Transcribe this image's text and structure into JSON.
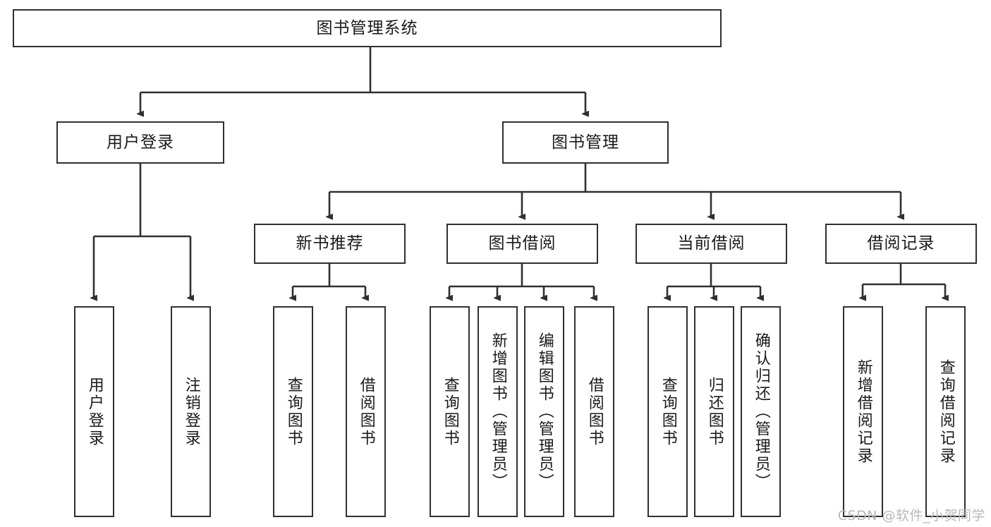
{
  "diagram": {
    "title": "图书管理系统",
    "type": "hierarchy-tree",
    "root": {
      "id": "root",
      "label": "图书管理系统"
    },
    "level2": [
      {
        "id": "user-login",
        "label": "用户登录"
      },
      {
        "id": "book-manage",
        "label": "图书管理"
      }
    ],
    "level3": [
      {
        "id": "new-book-recommend",
        "label": "新书推荐",
        "parent": "book-manage"
      },
      {
        "id": "book-borrow",
        "label": "图书借阅",
        "parent": "book-manage"
      },
      {
        "id": "current-borrow",
        "label": "当前借阅",
        "parent": "book-manage"
      },
      {
        "id": "borrow-record",
        "label": "借阅记录",
        "parent": "book-manage"
      }
    ],
    "leaves": [
      {
        "id": "leaf-user-login",
        "label": "用户登录",
        "parent": "user-login"
      },
      {
        "id": "leaf-logout",
        "label": "注销登录",
        "parent": "user-login"
      },
      {
        "id": "leaf-query-book-1",
        "label": "查询图书",
        "parent": "new-book-recommend"
      },
      {
        "id": "leaf-borrow-book-1",
        "label": "借阅图书",
        "parent": "new-book-recommend"
      },
      {
        "id": "leaf-query-book-2",
        "label": "查询图书",
        "parent": "book-borrow"
      },
      {
        "id": "leaf-add-book",
        "label": "新增图书（管理员）",
        "parent": "book-borrow"
      },
      {
        "id": "leaf-edit-book",
        "label": "编辑图书（管理员）",
        "parent": "book-borrow"
      },
      {
        "id": "leaf-borrow-book-2",
        "label": "借阅图书",
        "parent": "book-borrow"
      },
      {
        "id": "leaf-query-book-3",
        "label": "查询图书",
        "parent": "current-borrow"
      },
      {
        "id": "leaf-return-book",
        "label": "归还图书",
        "parent": "current-borrow"
      },
      {
        "id": "leaf-confirm-return",
        "label": "确认归还（管理员）",
        "parent": "current-borrow"
      },
      {
        "id": "leaf-add-record",
        "label": "新增借阅记录",
        "parent": "borrow-record"
      },
      {
        "id": "leaf-query-record",
        "label": "查询借阅记录",
        "parent": "borrow-record"
      }
    ],
    "watermark": "CSDN @软件_小贺同学",
    "colors": {
      "stroke": "#303030",
      "background": "#ffffff",
      "text": "#1a1a1a",
      "watermark": "#b8b8b8"
    }
  }
}
